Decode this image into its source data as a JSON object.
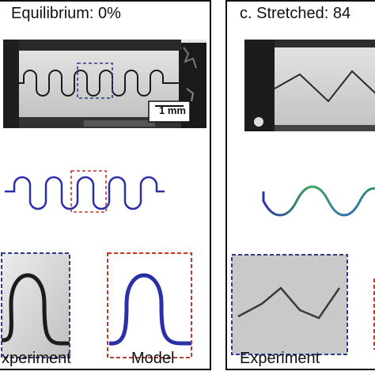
{
  "left_panel": {
    "title": "Equilibrium: 0%",
    "scale_bar": "1 mm",
    "label_experiment": "xperiment",
    "label_model": "Model"
  },
  "right_panel": {
    "title": "c. Stretched: 84",
    "label_experiment": "Experiment"
  },
  "colors": {
    "model_blue": "#2b2fa8",
    "box_blue_dashed": "#2e3a8c",
    "box_red_dashed": "#c0392b",
    "model_green": "#3aa85a"
  }
}
